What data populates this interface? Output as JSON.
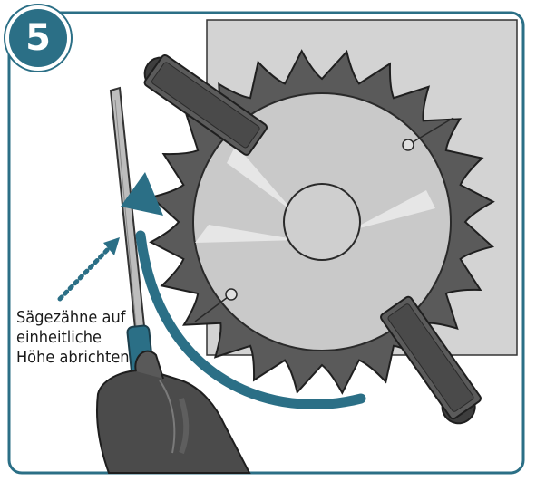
{
  "step": {
    "number": "5"
  },
  "caption": {
    "line1": "Sägezähne auf",
    "line2": "einheitliche",
    "line3": "Höhe abrichten"
  },
  "colors": {
    "accent": "#2b6f86",
    "blade": "#5a5a5a",
    "blade_dark": "#3d3d3d",
    "panel": "#cfcfcf",
    "clamp": "#555555",
    "glove": "#4b4b4b"
  },
  "icons": [
    "curved-arrow-icon",
    "dotted-arrow-icon",
    "saw-blade-icon",
    "file-icon",
    "gloved-hand-icon",
    "clamp-icon"
  ]
}
